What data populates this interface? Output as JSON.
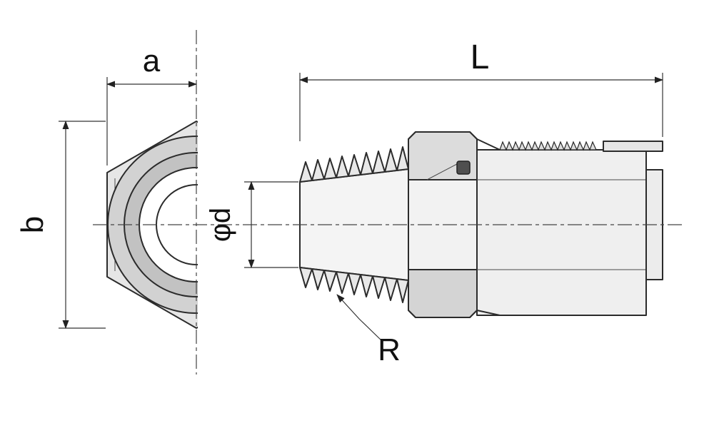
{
  "diagram": {
    "type": "technical-drawing",
    "subject": "pipe-fitting-male-connector-two-views",
    "labels": {
      "width_a": "a",
      "height_b": "b",
      "length_L": "L",
      "diameter_d": "φd",
      "thread_R": "R"
    },
    "colors": {
      "background": "#ffffff",
      "line": "#2b2b2b",
      "dim_line": "#333333",
      "centerline": "#444444",
      "fill_body": "#f2f2f2",
      "fill_light": "#e6e6e6",
      "fill_mid": "#d2d2d2",
      "fill_ring": "#c2c2c2",
      "fill_band_top": "#dcdcdc",
      "fill_band_bottom": "#d4d4d4",
      "oring": "#4f4f4f"
    }
  }
}
